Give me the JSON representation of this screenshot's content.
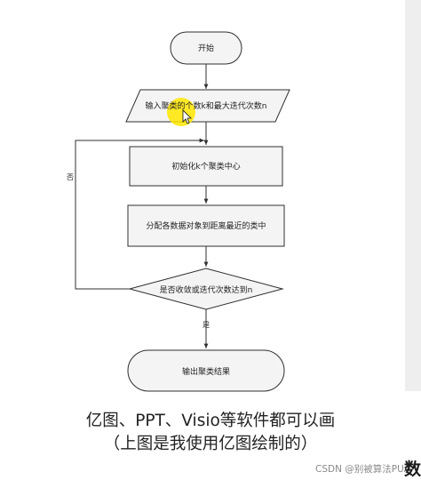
{
  "colors": {
    "background": "#ffffff",
    "shape_fill": "#f4f4f4",
    "stroke": "#2f2f2f",
    "cursor_highlight": "#ffe600",
    "right_strip": "#e8e8e8"
  },
  "flowchart": {
    "start": "开始",
    "input": "输入聚类的个数k和最大迭代次数n",
    "init": "初始化k个聚类中心",
    "assign": "分配各数据对象到距离最近的类中",
    "decision": "是否收敛或迭代次数达到n",
    "output": "输出聚类结果",
    "label_no": "否",
    "label_yes": "是"
  },
  "caption": {
    "line1": "亿图、PPT、Visio等软件都可以画",
    "line2": "（上图是我使用亿图绘制的）"
  },
  "watermark": "CSDN @别被算法PUA",
  "corner_glyph": "数",
  "icons": [
    "mouse-cursor-icon"
  ]
}
